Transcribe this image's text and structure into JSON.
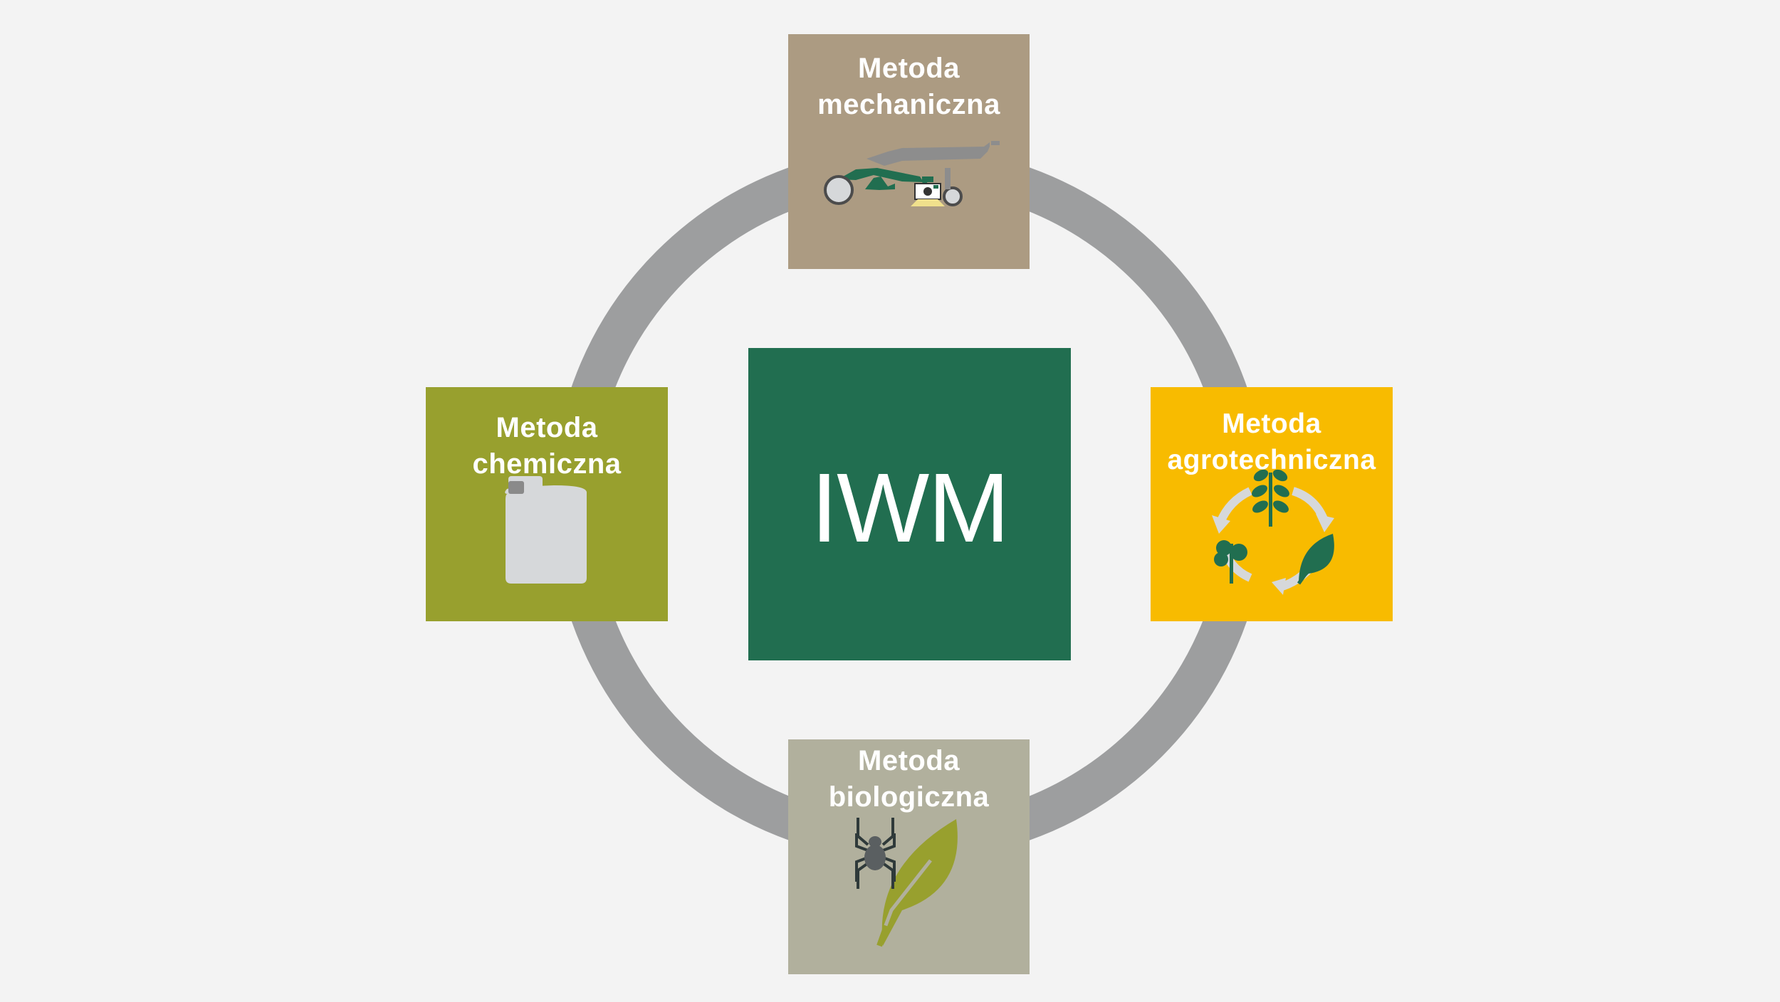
{
  "center": {
    "label": "IWM"
  },
  "methods": {
    "mechanical": {
      "line1": "Metoda",
      "line2": "mechaniczna",
      "icon": "weeder-machine-icon"
    },
    "chemical": {
      "line1": "Metoda",
      "line2": "chemiczna",
      "icon": "canister-icon"
    },
    "agrotechnical": {
      "line1": "Metoda",
      "line2": "agrotechniczna",
      "icon": "crop-rotation-icon"
    },
    "biological": {
      "line1": "Metoda",
      "line2": "biologiczna",
      "icon": "spider-leaf-icon"
    }
  },
  "colors": {
    "background": "#f3f3f3",
    "ring": "#9d9e9f",
    "center": "#216e50",
    "mechanical": "#ac9b82",
    "chemical": "#98a02e",
    "agrotechnical": "#f8bb00",
    "biological": "#b1b09d"
  }
}
